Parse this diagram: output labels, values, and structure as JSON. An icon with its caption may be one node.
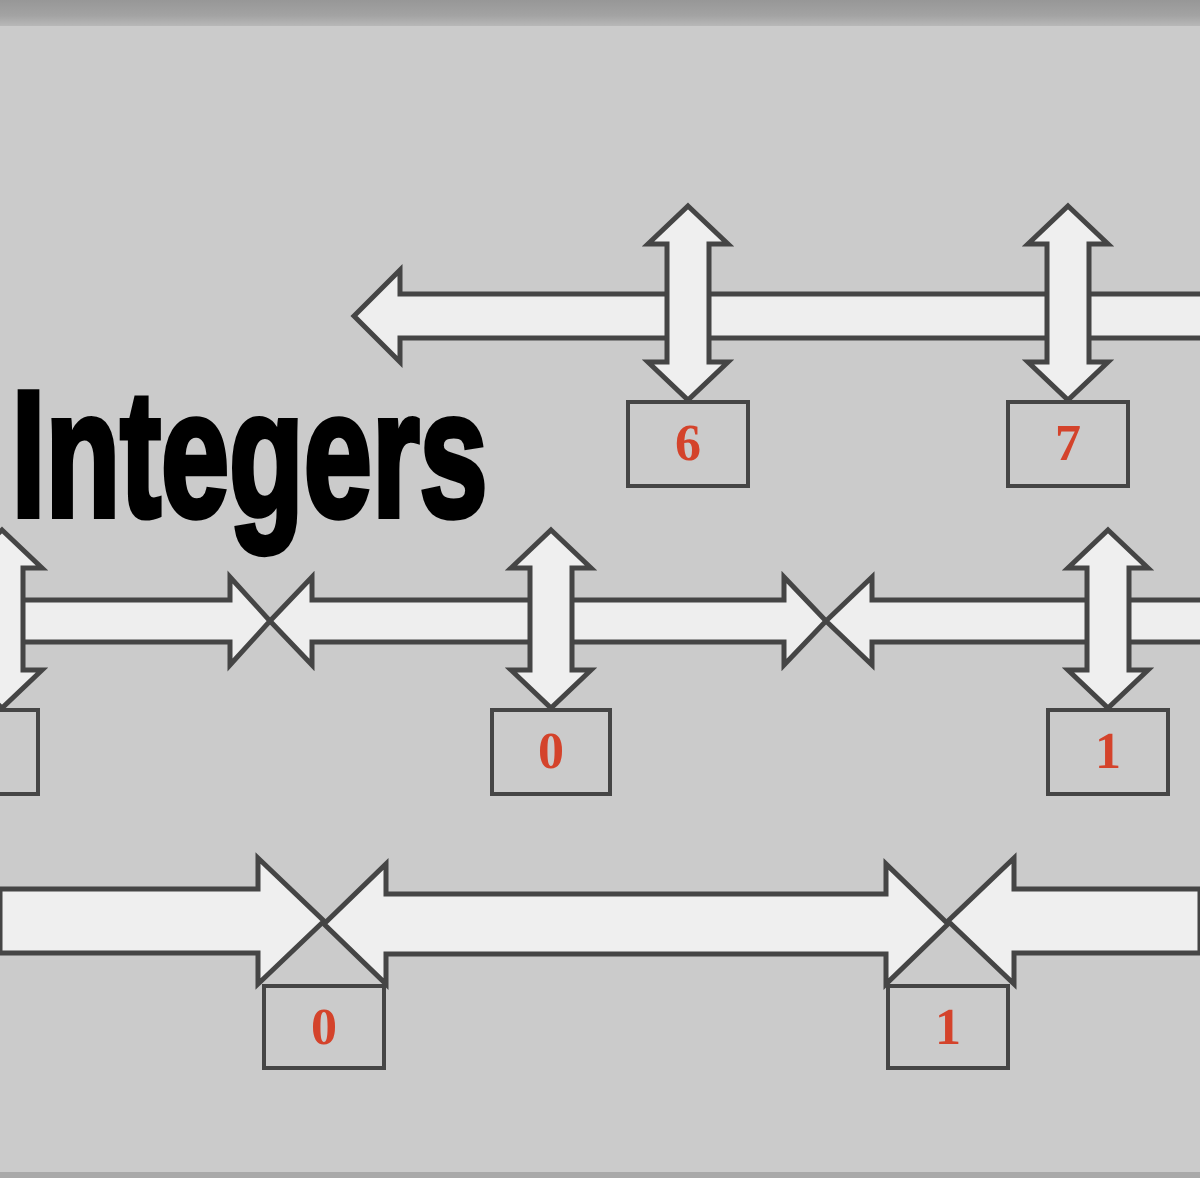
{
  "diagram": {
    "title": "Integers",
    "nodes": [
      {
        "text": [
          "6"
        ]
      },
      {
        "text": [
          "7"
        ]
      },
      {
        "text": [],
        "shape": "box"
      },
      {
        "text": [
          "0"
        ]
      },
      {
        "text": [
          "1"
        ]
      },
      {
        "text": [
          "0"
        ]
      },
      {
        "text": [
          "1"
        ]
      }
    ],
    "edges": [
      {
        "from": null,
        "to": 0,
        "arrow": "both"
      },
      {
        "from": null,
        "to": 1,
        "arrow": "both"
      },
      {
        "from": null,
        "to": 2,
        "arrow": "both"
      },
      {
        "from": null,
        "to": 3,
        "arrow": "both"
      },
      {
        "from": null,
        "to": 4,
        "arrow": "both"
      },
      {
        "from": null,
        "to": 5,
        "arrow": "to"
      },
      {
        "from": 5,
        "to": 6,
        "arrow": "both"
      },
      {
        "from": null,
        "to": 6,
        "arrow": "to"
      }
    ]
  }
}
